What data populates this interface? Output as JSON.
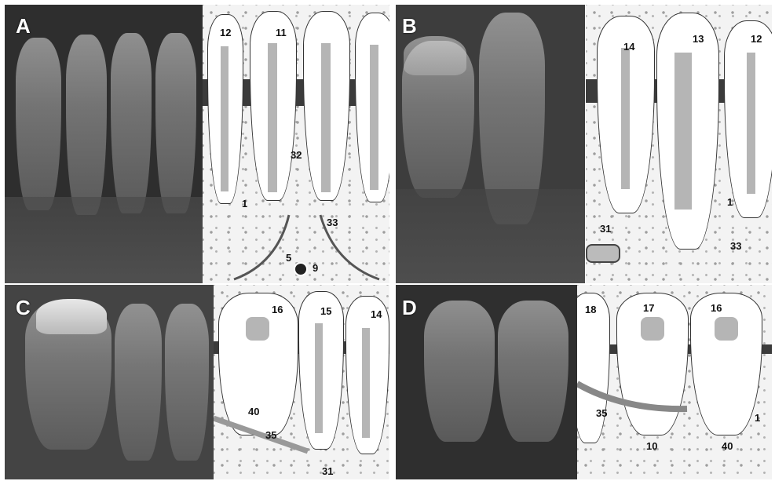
{
  "panels": [
    {
      "letter": "A",
      "labels": {
        "t1": "12",
        "t2": "11",
        "a": "32",
        "b": "1",
        "c": "33",
        "d": "5",
        "e": "9"
      }
    },
    {
      "letter": "B",
      "labels": {
        "t1": "14",
        "t2": "13",
        "t3": "12",
        "a": "1",
        "b": "31",
        "c": "33"
      }
    },
    {
      "letter": "C",
      "labels": {
        "t1": "16",
        "t2": "15",
        "t3": "14",
        "a": "40",
        "b": "35",
        "c": "31"
      }
    },
    {
      "letter": "D",
      "labels": {
        "t1": "18",
        "t2": "17",
        "t3": "16",
        "a": "35",
        "b": "1",
        "c": "10",
        "d": "40"
      }
    }
  ]
}
